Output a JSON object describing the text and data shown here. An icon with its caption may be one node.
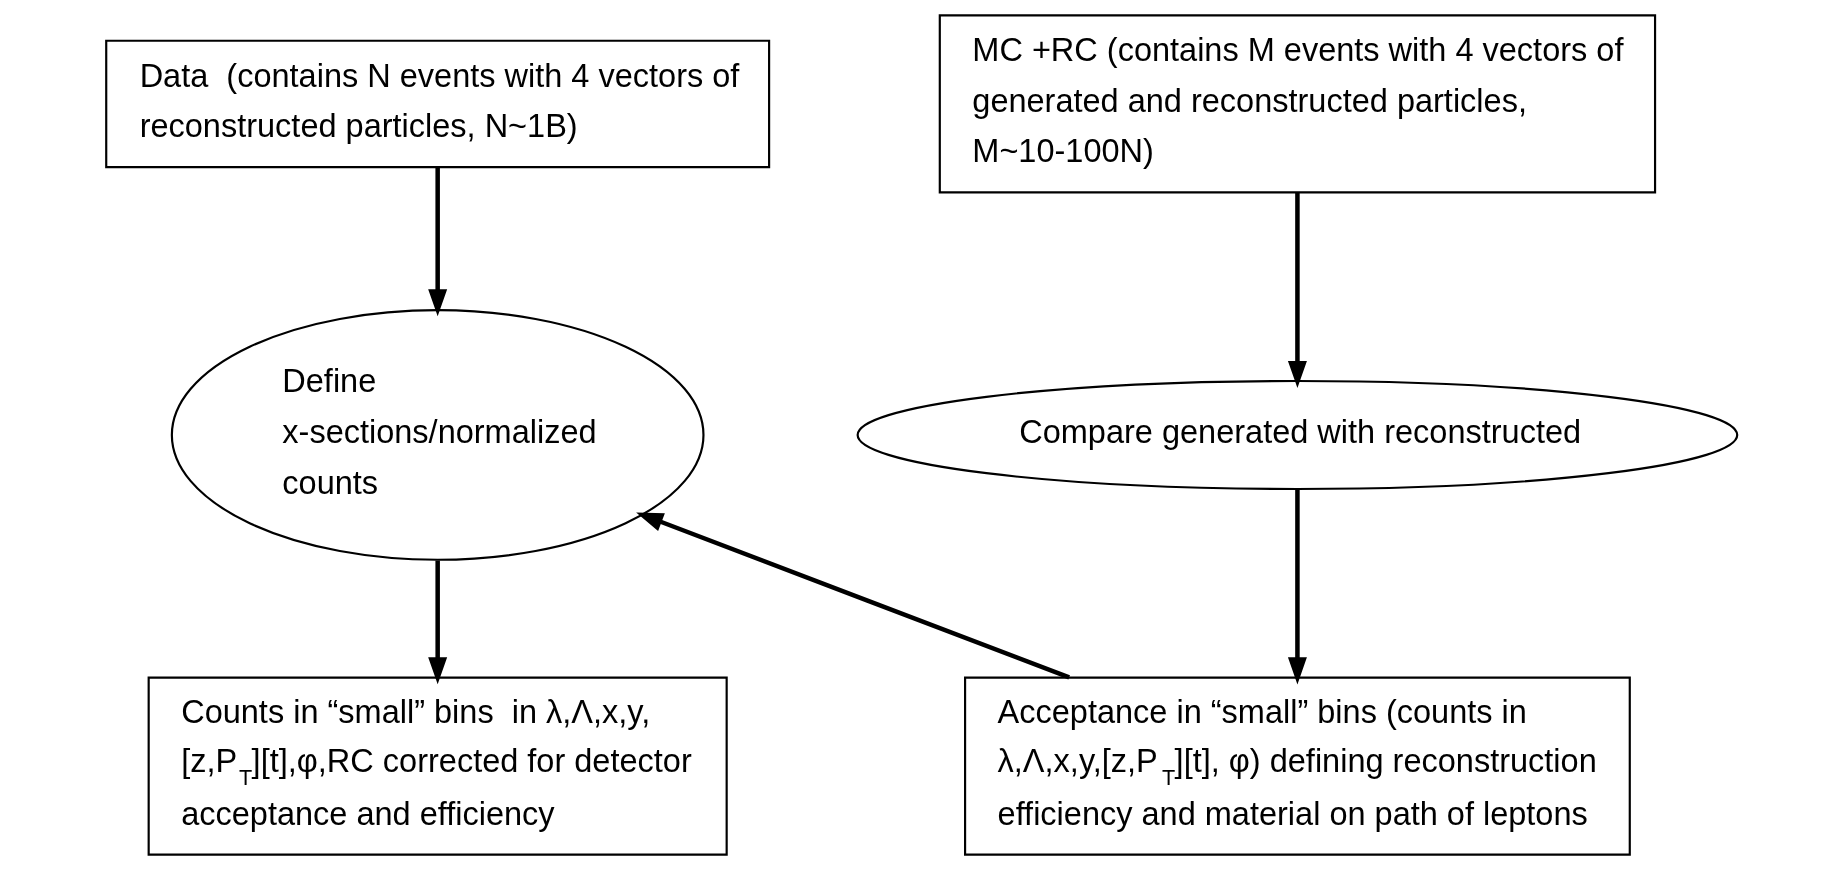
{
  "diagram": {
    "nodes": [
      {
        "text": [
          "Data  (contains N events with 4 vectors of reconstructed particles, N~1B)"
        ]
      },
      {
        "text": [
          "MC +RC (contains M events with 4 vectors of generated and reconstructed particles, M~10-100N)"
        ]
      },
      {
        "text": [
          "Define x-sections/normalized counts"
        ]
      },
      {
        "text": [
          "Compare generated with reconstructed"
        ]
      },
      {
        "text": [
          "Counts in “small” bins  in λ,Λ,x,y, [z,P$_{T}$][t],φ,RC corrected for detector acceptance and efficiency"
        ]
      },
      {
        "text": [
          "Acceptance in “small” bins (counts in λ,Λ,x,y,[z,P$_{T}$][t], φ) defining reconstruction efficiency and material on path of leptons"
        ]
      }
    ],
    "edges": [
      {
        "from": 0,
        "to": 2,
        "arrow": "to"
      },
      {
        "from": 1,
        "to": 3,
        "arrow": "to"
      },
      {
        "from": 3,
        "to": 5,
        "arrow": "to"
      },
      {
        "from": 5,
        "to": 2,
        "arrow": "to"
      },
      {
        "from": 2,
        "to": 4,
        "arrow": "to"
      }
    ]
  }
}
